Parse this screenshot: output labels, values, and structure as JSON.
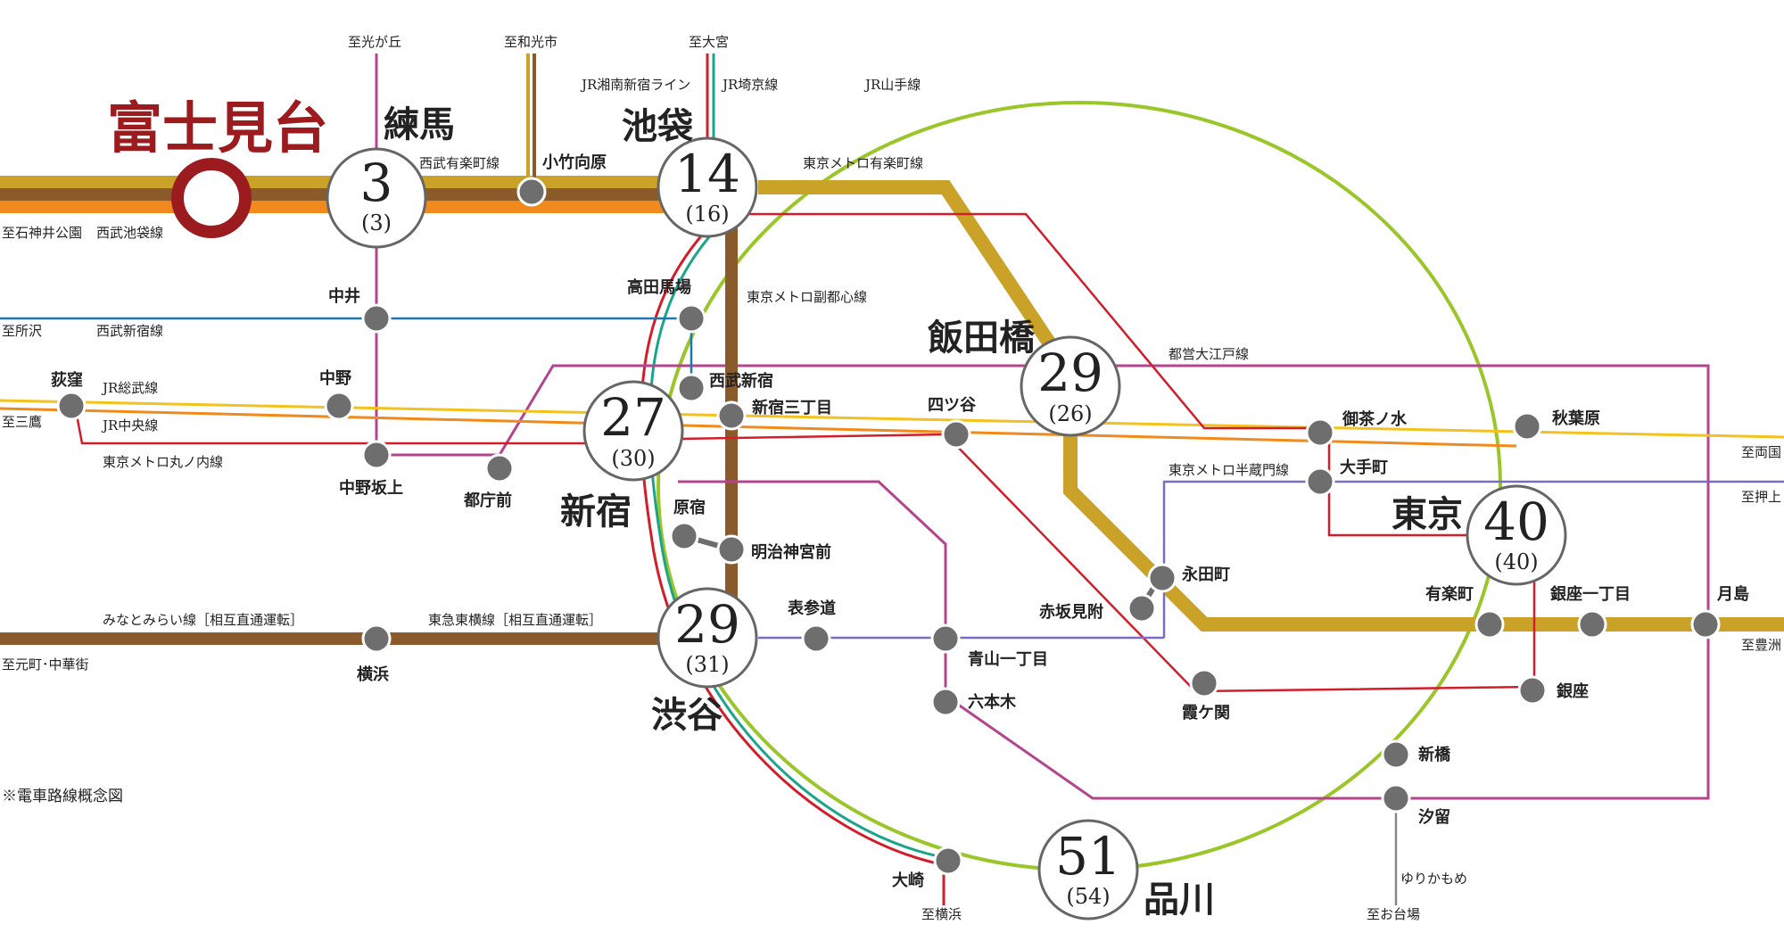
{
  "colors": {
    "seibu_ikebukuro_gold": "#c9a227",
    "seibu_ikebukuro_brown": "#8a5a2b",
    "seibu_ikebukuro_orange": "#f08a1c",
    "fukutoshin_brown": "#8a5a2b",
    "yurakucho_gold": "#c9a227",
    "yamanote_green": "#9bc62a",
    "marunouchi_red": "#d21e2b",
    "oedo_magenta": "#b4448c",
    "hanzomon_purple": "#7a6cc0",
    "chuo_orange": "#f08a1c",
    "sobu_yellow": "#f3c21f",
    "shinjuku_blue": "#2176ae",
    "shonan_red": "#d21e2b",
    "saikyo_teal": "#1aa58a",
    "yurikamome_gray": "#888888",
    "highlight_red": "#9b1b1f"
  },
  "origin": {
    "name": "富士見台"
  },
  "hubs": {
    "nerima": {
      "name": "練馬",
      "min": "3",
      "min_peak": "(3)"
    },
    "ikebukuro": {
      "name": "池袋",
      "min": "14",
      "min_peak": "(16)"
    },
    "iidabashi": {
      "name": "飯田橋",
      "min": "29",
      "min_peak": "(26)"
    },
    "shinjuku": {
      "name": "新宿",
      "min": "27",
      "min_peak": "(30)"
    },
    "tokyo": {
      "name": "東京",
      "min": "40",
      "min_peak": "(40)"
    },
    "shibuya": {
      "name": "渋谷",
      "min": "29",
      "min_peak": "(31)"
    },
    "shinagawa": {
      "name": "品川",
      "min": "51",
      "min_peak": "(54)"
    }
  },
  "stations": {
    "kotakemukaihara": "小竹向原",
    "nakai": "中井",
    "takadanobaba": "高田馬場",
    "seibushinjuku": "西武新宿",
    "shinjukusanchome": "新宿三丁目",
    "ogikubo": "荻窪",
    "nakano": "中野",
    "nakanosakaue": "中野坂上",
    "tochomae": "都庁前",
    "yotsuya": "四ツ谷",
    "ochanomizu": "御茶ノ水",
    "akihabara": "秋葉原",
    "otemachi": "大手町",
    "harajuku": "原宿",
    "meijijingumae": "明治神宮前",
    "omotesando": "表参道",
    "aoyamaitchome": "青山一丁目",
    "roppongi": "六本木",
    "nagatacho": "永田町",
    "akasakamitsuke": "赤坂見附",
    "kasumigaseki": "霞ケ関",
    "yurakucho": "有楽町",
    "ginzaitchome": "銀座一丁目",
    "tsukishima": "月島",
    "ginza": "銀座",
    "shimbashi": "新橋",
    "shiodome": "汐留",
    "osaki": "大崎",
    "yokohama": "横浜"
  },
  "lines": {
    "seibu_ikebukuro": "西武池袋線",
    "seibu_yurakucho": "西武有楽町線",
    "seibu_shinjuku": "西武新宿線",
    "jr_sobu": "JR総武線",
    "jr_chuo": "JR中央線",
    "marunouchi": "東京メトロ丸ノ内線",
    "yurakucho": "東京メトロ有楽町線",
    "fukutoshin": "東京メトロ副都心線",
    "shonan_shinjuku": "JR湘南新宿ライン",
    "saikyo": "JR埼京線",
    "yamanote": "JR山手線",
    "oedo": "都営大江戸線",
    "hanzomon": "東京メトロ半蔵門線",
    "minatomirai": "みなとみらい線［相互直通運転］",
    "toyoko": "東急東横線［相互直通運転］",
    "yurikamome": "ゆりかもめ"
  },
  "directions": {
    "hikarigaoka": "至光が丘",
    "wakoshi": "至和光市",
    "omiya": "至大宮",
    "shakujii": "至石神井公園",
    "tokorozawa": "至所沢",
    "mitaka": "至三鷹",
    "ryogoku": "至両国",
    "oshiage": "至押上",
    "toyosu": "至豊洲",
    "motomachi": "至元町･中華街",
    "yokohama": "至横浜",
    "odaiba": "至お台場"
  },
  "note": "※電車路線概念図"
}
